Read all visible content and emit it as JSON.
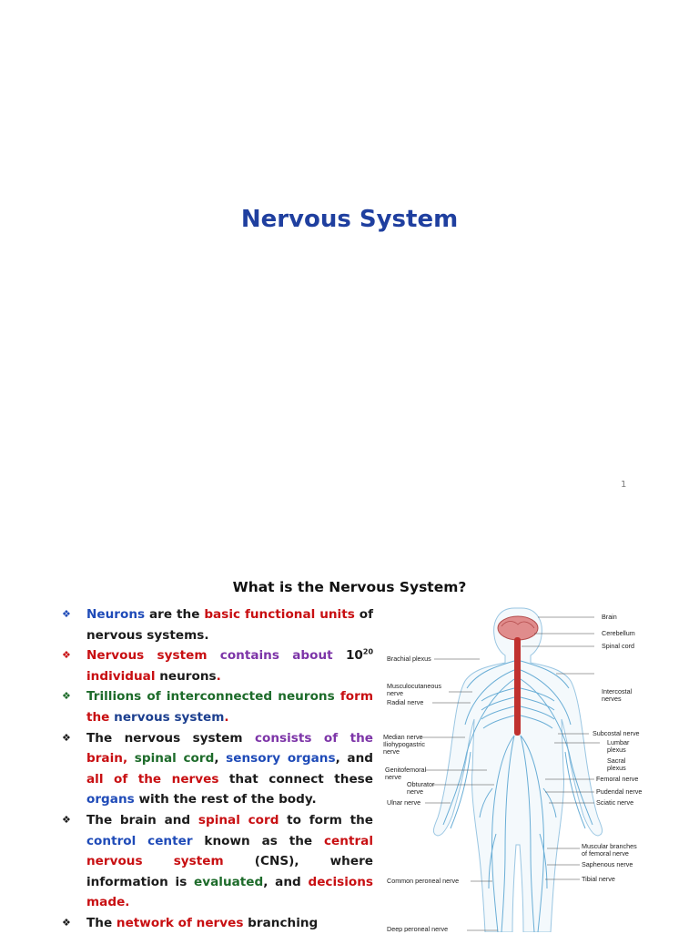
{
  "slide1": {
    "title": "Nervous System",
    "page_number": "1"
  },
  "slide2": {
    "title_main": "What is the Nervous System",
    "title_mark": "?",
    "b1": {
      "t1": "Neurons",
      "t2": " are the ",
      "t3": "basic functional units",
      "t4": " of nervous systems."
    },
    "b2": {
      "t1": "Nervous system",
      "t2": " ",
      "t3": "contains about",
      "t4": " 10",
      "sup": "20",
      "t5": " ",
      "t6": "individual",
      "t7": " neurons",
      "t8": "."
    },
    "b3": {
      "t1": "Trillions of interconnected neurons",
      "t2": " form the",
      "t3": " nervous system",
      "t4": "."
    },
    "b4": {
      "t1": " The nervous system ",
      "t2": "consists of the",
      "t3": " brain,",
      "t4": " spinal cord",
      "t5": ", ",
      "t6": "sensory organs",
      "t7": ", and ",
      "t8": "all of the nerves",
      "t9": " that connect these ",
      "t10": "organs",
      "t11": " with the rest of the body."
    },
    "b5": {
      "t1": "The brain and ",
      "t2": "spinal cord",
      "t3": " to form the ",
      "t4": "control center",
      "t5": " known as the ",
      "t6": "central nervous system",
      "t7": " (CNS), where information is ",
      "t8": "evaluated",
      "t9": ", and ",
      "t10": "decisions made."
    },
    "b6": {
      "t1": "The ",
      "t2": "network of nerves",
      "t3": " branching"
    },
    "figure_labels": {
      "brain": "Brain",
      "cerebellum": "Cerebellum",
      "spinal_cord": "Spinal cord",
      "brachial_plexus": "Brachial plexus",
      "musculocutaneous_1": "Musculocutaneous",
      "musculocutaneous_2": "nerve",
      "radial": "Radial nerve",
      "intercostal_1": "Intercostal",
      "intercostal_2": "nerves",
      "subcostal": "Subcostal nerve",
      "median": "Median nerve",
      "iliohypogastric_1": "Iliohypogastric",
      "iliohypogastric_2": "nerve",
      "lumbar_1": "Lumbar",
      "lumbar_2": "plexus",
      "sacral_1": "Sacral",
      "sacral_2": "plexus",
      "genitofemoral_1": "Genitofemoral",
      "genitofemoral_2": "nerve",
      "femoral": "Femoral nerve",
      "obturator_1": "Obturator",
      "obturator_2": "nerve",
      "pudendal": "Pudendal nerve",
      "ulnar": "Ulnar nerve",
      "sciatic": "Sciatic nerve",
      "muscular_1": "Muscular branches",
      "muscular_2": "of femoral nerve",
      "saphenous": "Saphenous nerve",
      "common_peroneal": "Common peroneal nerve",
      "tibial": "Tibial nerve",
      "deep_peroneal": "Deep peroneal nerve"
    }
  }
}
